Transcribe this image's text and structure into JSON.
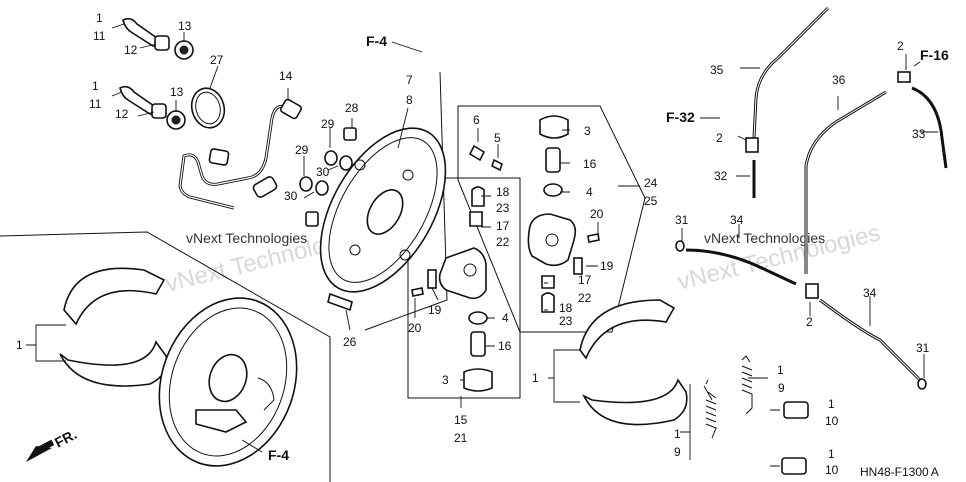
{
  "diagram_code": "HN48-F1300",
  "diagram_code_suffix": "A",
  "watermark": {
    "big": "vNext Technologies",
    "small": "vNext Technologies"
  },
  "front_indicator": "FR.",
  "section_refs": {
    "f4_top": "F-4",
    "f4_bottom": "F-4",
    "f16": "F-16",
    "f32": "F-32"
  },
  "labels": [
    {
      "id": "c1a",
      "text": "1"
    },
    {
      "id": "c11a",
      "text": "11"
    },
    {
      "id": "c12a",
      "text": "12"
    },
    {
      "id": "c13a",
      "text": "13"
    },
    {
      "id": "c1b",
      "text": "1"
    },
    {
      "id": "c11b",
      "text": "11"
    },
    {
      "id": "c12b",
      "text": "12"
    },
    {
      "id": "c13b",
      "text": "13"
    },
    {
      "id": "c27",
      "text": "27"
    },
    {
      "id": "c14",
      "text": "14"
    },
    {
      "id": "c28",
      "text": "28"
    },
    {
      "id": "c29a",
      "text": "29"
    },
    {
      "id": "c30a",
      "text": "30"
    },
    {
      "id": "c29b",
      "text": "29"
    },
    {
      "id": "c30b",
      "text": "30"
    },
    {
      "id": "c7",
      "text": "7"
    },
    {
      "id": "c8",
      "text": "8"
    },
    {
      "id": "c6",
      "text": "6"
    },
    {
      "id": "c5",
      "text": "5"
    },
    {
      "id": "c3a",
      "text": "3"
    },
    {
      "id": "c16a",
      "text": "16"
    },
    {
      "id": "c4a",
      "text": "4"
    },
    {
      "id": "c24",
      "text": "24"
    },
    {
      "id": "c25",
      "text": "25"
    },
    {
      "id": "c18a",
      "text": "18"
    },
    {
      "id": "c23a",
      "text": "23"
    },
    {
      "id": "c17a",
      "text": "17"
    },
    {
      "id": "c22a",
      "text": "22"
    },
    {
      "id": "c20a",
      "text": "20"
    },
    {
      "id": "c19a",
      "text": "19"
    },
    {
      "id": "c17b",
      "text": "17"
    },
    {
      "id": "c22b",
      "text": "22"
    },
    {
      "id": "c18b",
      "text": "18"
    },
    {
      "id": "c23b",
      "text": "23"
    },
    {
      "id": "c19b",
      "text": "19"
    },
    {
      "id": "c20b",
      "text": "20"
    },
    {
      "id": "c4b",
      "text": "4"
    },
    {
      "id": "c16b",
      "text": "16"
    },
    {
      "id": "c3b",
      "text": "3"
    },
    {
      "id": "c15",
      "text": "15"
    },
    {
      "id": "c21",
      "text": "21"
    },
    {
      "id": "c26",
      "text": "26"
    },
    {
      "id": "c1c",
      "text": "1"
    },
    {
      "id": "c1d",
      "text": "1"
    },
    {
      "id": "c35",
      "text": "35"
    },
    {
      "id": "c2a",
      "text": "2"
    },
    {
      "id": "c32",
      "text": "32"
    },
    {
      "id": "c36",
      "text": "36"
    },
    {
      "id": "c2b",
      "text": "2"
    },
    {
      "id": "c33",
      "text": "33"
    },
    {
      "id": "c31a",
      "text": "31"
    },
    {
      "id": "c34a",
      "text": "34"
    },
    {
      "id": "c2c",
      "text": "2"
    },
    {
      "id": "c34b",
      "text": "34"
    },
    {
      "id": "c31b",
      "text": "31"
    },
    {
      "id": "c1e",
      "text": "1"
    },
    {
      "id": "c9a",
      "text": "9"
    },
    {
      "id": "c1f",
      "text": "1"
    },
    {
      "id": "c10a",
      "text": "10"
    },
    {
      "id": "c1g",
      "text": "1"
    },
    {
      "id": "c9b",
      "text": "9"
    },
    {
      "id": "c1h",
      "text": "1"
    },
    {
      "id": "c10b",
      "text": "10"
    }
  ]
}
